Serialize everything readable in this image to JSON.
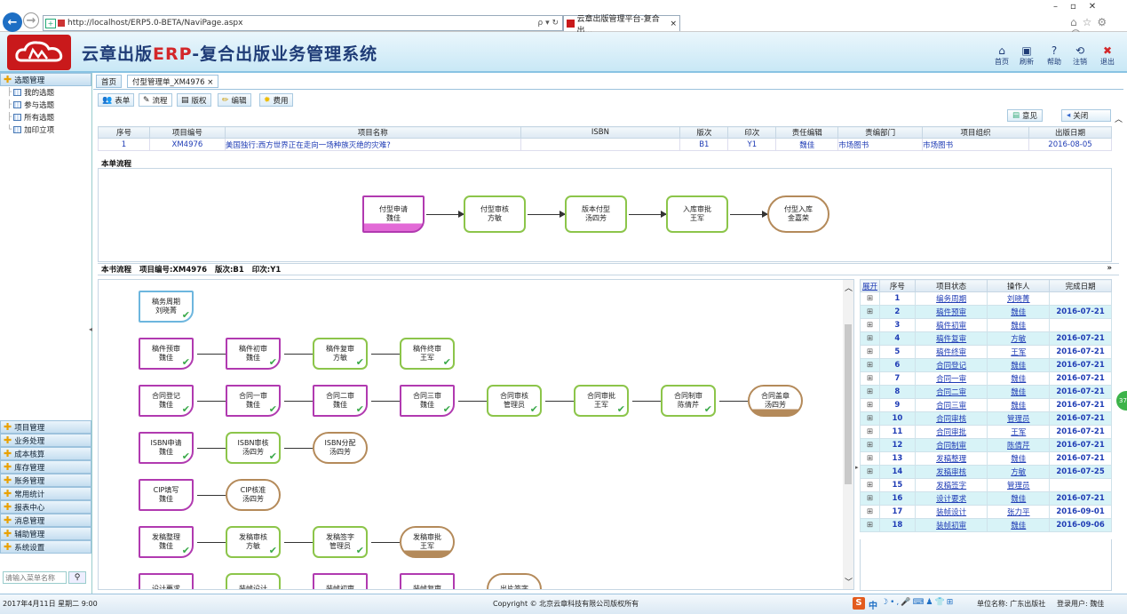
{
  "browser": {
    "url": "http://localhost/ERP5.0-BETA/NaviPage.aspx",
    "tab_title": "云章出版管理平台-复合出...",
    "search_hint": "ρ ▾ ↻"
  },
  "header": {
    "title_prefix": "云章出版",
    "title_erp": "ERP",
    "title_suffix": "-复合出版业务管理系统",
    "buttons": [
      {
        "label": "首页",
        "icon": "home-icon"
      },
      {
        "label": "刷新",
        "icon": "refresh-icon"
      },
      {
        "label": "帮助",
        "icon": "help-icon"
      },
      {
        "label": "注销",
        "icon": "logout-icon"
      },
      {
        "label": "退出",
        "icon": "exit-icon"
      }
    ]
  },
  "sidebar": {
    "top_section": "选题管理",
    "top_items": [
      "我的选题",
      "参与选题",
      "所有选题",
      "加印立项"
    ],
    "sections": [
      "项目管理",
      "业务处理",
      "成本核算",
      "库存管理",
      "账务管理",
      "常用统计",
      "报表中心",
      "消息管理",
      "辅助管理",
      "系统设置"
    ],
    "search_placeholder": "请输入菜单名称"
  },
  "page_tabs": [
    {
      "label": "首页"
    },
    {
      "label": "付型管理单_XM4976 ×"
    }
  ],
  "sub_tabs": [
    {
      "label": "表单",
      "icon": "people-icon"
    },
    {
      "label": "流程",
      "icon": "flow-icon"
    },
    {
      "label": "版权",
      "icon": "doc-icon"
    },
    {
      "label": "编辑",
      "icon": "pencil-icon"
    },
    {
      "label": "费用",
      "icon": "bulb-icon"
    }
  ],
  "actions": {
    "opinion": "意见",
    "close": "关闭"
  },
  "info_table": {
    "headers": [
      "序号",
      "项目编号",
      "项目名称",
      "ISBN",
      "版次",
      "印次",
      "责任编辑",
      "责编部门",
      "项目组织",
      "出版日期"
    ],
    "row": [
      "1",
      "XM4976",
      "美国独行:西方世界正在走向一场种族灭绝的灾难?",
      "",
      "B1",
      "Y1",
      "魏佳",
      "市场图书",
      "市场图书",
      "2016-08-05"
    ]
  },
  "single_flow": {
    "title": "本单流程",
    "nodes": [
      [
        "付型申请",
        "魏佳"
      ],
      [
        "付型审核",
        "方敏"
      ],
      [
        "版本付型",
        "汤四芳"
      ],
      [
        "入库审批",
        "王军"
      ],
      [
        "付型入库",
        "金嘉荣"
      ]
    ]
  },
  "book_flow": {
    "title": "本书流程",
    "project_label": "项目编号:XM4976",
    "edition_label": "版次:B1",
    "print_label": "印次:Y1",
    "rows": [
      [
        [
          "稿务周期",
          "刘晓菁"
        ]
      ],
      [
        [
          "稿件预审",
          "魏佳"
        ],
        [
          "稿件初审",
          "魏佳"
        ],
        [
          "稿件复审",
          "方敏"
        ],
        [
          "稿件终审",
          "王军"
        ]
      ],
      [
        [
          "合同登记",
          "魏佳"
        ],
        [
          "合同一审",
          "魏佳"
        ],
        [
          "合同二审",
          "魏佳"
        ],
        [
          "合同三审",
          "魏佳"
        ],
        [
          "合同审核",
          "管理员"
        ],
        [
          "合同审批",
          "王军"
        ],
        [
          "合同制审",
          "陈倩芹"
        ],
        [
          "合同盖章",
          "汤四芳"
        ]
      ],
      [
        [
          "ISBN申请",
          "魏佳"
        ],
        [
          "ISBN审核",
          "汤四芳"
        ],
        [
          "ISBN分配",
          "汤四芳"
        ]
      ],
      [
        [
          "CIP填写",
          "魏佳"
        ],
        [
          "CIP核准",
          "汤四芳"
        ]
      ],
      [
        [
          "发稿整理",
          "魏佳"
        ],
        [
          "发稿审核",
          "方敏"
        ],
        [
          "发稿签字",
          "管理员"
        ],
        [
          "发稿审批",
          "王军"
        ]
      ],
      [
        [
          "设计要求",
          ""
        ],
        [
          "装帧设计",
          ""
        ],
        [
          "装帧初审",
          ""
        ],
        [
          "装帧复审",
          ""
        ],
        [
          "出片签字",
          ""
        ]
      ]
    ]
  },
  "status_table": {
    "headers": [
      "展开",
      "序号",
      "项目状态",
      "操作人",
      "完成日期"
    ],
    "rows": [
      [
        "1",
        "编务周期",
        "刘晓菁",
        ""
      ],
      [
        "2",
        "稿件预审",
        "魏佳",
        "2016-07-21"
      ],
      [
        "3",
        "稿件初审",
        "魏佳",
        ""
      ],
      [
        "4",
        "稿件复审",
        "方敏",
        "2016-07-21"
      ],
      [
        "5",
        "稿件终审",
        "王军",
        "2016-07-21"
      ],
      [
        "6",
        "合同登记",
        "魏佳",
        "2016-07-21"
      ],
      [
        "7",
        "合同一审",
        "魏佳",
        "2016-07-21"
      ],
      [
        "8",
        "合同二审",
        "魏佳",
        "2016-07-21"
      ],
      [
        "9",
        "合同三审",
        "魏佳",
        "2016-07-21"
      ],
      [
        "10",
        "合同审核",
        "管理员",
        "2016-07-21"
      ],
      [
        "11",
        "合同审批",
        "王军",
        "2016-07-21"
      ],
      [
        "12",
        "合同制审",
        "陈倩芹",
        "2016-07-21"
      ],
      [
        "13",
        "发稿整理",
        "魏佳",
        "2016-07-21"
      ],
      [
        "14",
        "发稿审核",
        "方敏",
        "2016-07-25"
      ],
      [
        "15",
        "发稿签字",
        "管理员",
        ""
      ],
      [
        "16",
        "设计要求",
        "魏佳",
        "2016-07-21"
      ],
      [
        "17",
        "装帧设计",
        "张力平",
        "2016-09-01"
      ],
      [
        "18",
        "装帧初审",
        "魏佳",
        "2016-09-06"
      ]
    ]
  },
  "statusbar": {
    "datetime": "2017年4月11日 星期二 9:00",
    "copyright": "Copyright © 北京云章科技有限公司版权所有",
    "unit": "单位名称: 广东出版社",
    "user": "登录用户: 魏佳",
    "ime": "中"
  },
  "colors": {
    "header_blue": "#1f3c77",
    "erp_red": "#d3272a",
    "logo_red": "#c9191b",
    "green_node": "#8cc54a",
    "purple_node": "#b13ab0",
    "tan_node": "#b48a5a"
  }
}
